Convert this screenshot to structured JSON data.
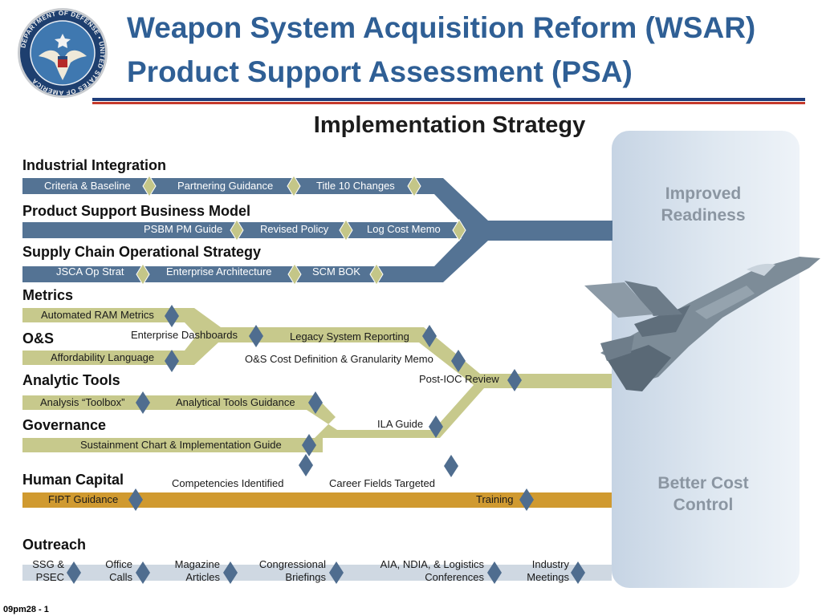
{
  "header": {
    "title_line1": "Weapon System Acquisition Reform (WSAR)",
    "title_line2": "Product Support Assessment (PSA)",
    "subtitle": "Implementation Strategy"
  },
  "colors": {
    "blue_track": "#547394",
    "green_track": "#c7c98c",
    "orange_track": "#d09a30",
    "gray_track": "#cfd8e2",
    "diamond_green": "#c4c688",
    "diamond_blue": "#4f6d8f",
    "title_blue": "#2f5f95"
  },
  "sections": {
    "industrial": "Industrial Integration",
    "psbm": "Product Support Business Model",
    "supply": "Supply Chain Operational Strategy",
    "metrics": "Metrics",
    "os": "O&S",
    "analytic": "Analytic Tools",
    "governance": "Governance",
    "human": "Human Capital",
    "outreach": "Outreach"
  },
  "labels": {
    "criteria": "Criteria & Baseline",
    "partnering": "Partnering Guidance",
    "title10": "Title 10 Changes",
    "psbm_guide": "PSBM PM Guide",
    "revised_policy": "Revised Policy",
    "log_cost": "Log Cost Memo",
    "jsca": "JSCA Op Strat",
    "enterprise_arch": "Enterprise Architecture",
    "scm_bok": "SCM BOK",
    "auto_ram": "Automated RAM Metrics",
    "ent_dash": "Enterprise Dashboards",
    "legacy": "Legacy System Reporting",
    "afford": "Affordability Language",
    "os_cost": "O&S Cost Definition & Granularity Memo",
    "post_ioc": "Post-IOC Review",
    "toolbox": "Analysis “Toolbox”",
    "an_tools": "Analytical Tools Guidance",
    "ila": "ILA Guide",
    "sustainment": "Sustainment Chart & Implementation Guide",
    "competencies": "Competencies Identified",
    "career": "Career Fields Targeted",
    "fipt": "FIPT Guidance",
    "training": "Training",
    "ssg_1": "SSG &",
    "ssg_2": "PSEC",
    "office_1": "Office",
    "office_2": "Calls",
    "magazine_1": "Magazine",
    "magazine_2": "Articles",
    "congress_1": "Congressional",
    "congress_2": "Briefings",
    "aia_1": "AIA, NDIA, & Logistics",
    "aia_2": "Conferences",
    "industry_1": "Industry",
    "industry_2": "Meetings"
  },
  "panel": {
    "readiness_1": "Improved",
    "readiness_2": "Readiness",
    "cost_1": "Better Cost",
    "cost_2": "Control"
  },
  "seal": {
    "ring_text": "DEPARTMENT OF DEFENSE • UNITED STATES OF AMERICA"
  },
  "footer": {
    "slide_id": "09pm28 - 1"
  }
}
